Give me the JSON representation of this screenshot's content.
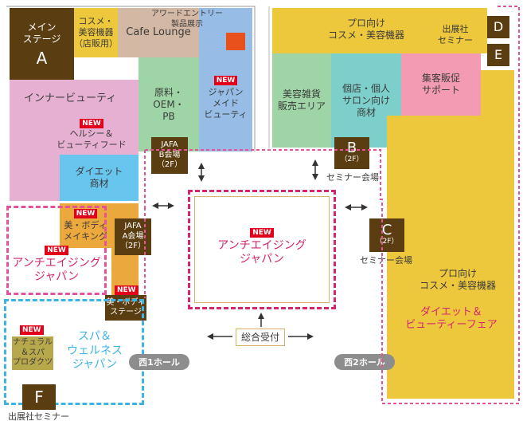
{
  "areas": {
    "main_stage": {
      "label": "メイン\nステージ",
      "letter": "A"
    },
    "cosme_retail": {
      "label": "コスメ・\n美容機器\n（店販用）"
    },
    "cafe_lounge": {
      "label": "Cafe Lounge"
    },
    "award_entry": {
      "label": "アワードエントリー\n製品展示"
    },
    "inner_beauty": {
      "label": "インナービューティ"
    },
    "healthy_food": {
      "label": "ヘルシー＆\nビューティフード",
      "badge": "NEW"
    },
    "raw_oem": {
      "label": "原料・\nOEM・\nPB"
    },
    "japan_made": {
      "label": "ジャパン\nメイド\nビューティ",
      "badge": "NEW"
    },
    "jafa_b": {
      "label": "JAFA\nB会場\n（2F）"
    },
    "diet_goods": {
      "label": "ダイエット\n商材"
    },
    "body_making": {
      "label": "美・ボディ\nメイキング",
      "badge": "NEW"
    },
    "jafa_a": {
      "label": "JAFA\nA会場\n（2F）"
    },
    "anti_aging_left": {
      "label": "アンチエイジング\nジャパン",
      "badge": "NEW"
    },
    "body_stage": {
      "label": "美・ボディ\nステージ",
      "badge": "NEW"
    },
    "natural_spa": {
      "label": "ナチュラル\n＆スパ\nプロダクツ",
      "badge": "NEW"
    },
    "spa_wellness": {
      "label": "スパ＆\nウェルネス\nジャパン"
    },
    "seminar_f": {
      "letter": "F",
      "caption": "出展社セミナー"
    },
    "pro_cosme_top": {
      "label": "プロ向け\nコスメ・美容機器"
    },
    "seminar_de": {
      "caption": "出展社\nセミナー",
      "letters": [
        "D",
        "E"
      ]
    },
    "beauty_goods": {
      "label": "美容雑貨\n販売エリア"
    },
    "salon_goods": {
      "label": "個店・個人\nサロン向け\n商材"
    },
    "sales_promo": {
      "label": "集客販促\nサポート"
    },
    "seminar_b": {
      "letter": "B",
      "sub": "（2F）",
      "caption": "セミナー会場"
    },
    "seminar_c": {
      "letter": "C",
      "sub": "（2F）",
      "caption": "セミナー会場"
    },
    "pro_cosme_right": {
      "label": "プロ向け\nコスメ・美容機器"
    },
    "diet_fair": {
      "label": "ダイエット＆\nビューティーフェア"
    },
    "anti_aging_center": {
      "label": "アンチエイジング\nジャパン",
      "badge": "NEW"
    },
    "reception": {
      "label": "総合受付"
    }
  },
  "halls": {
    "west1": "西1ホール",
    "west2": "西2ホール"
  },
  "colors": {
    "brown": "#5a3d10",
    "yellow": "#eec83c",
    "light_pink": "#e6b0d2",
    "green": "#9fd5a6",
    "tan": "#d4b8a6",
    "blue": "#97bde6",
    "teal": "#7dcfcb",
    "pink": "#f39bb2",
    "orange": "#eba83c",
    "sky": "#68c6ee",
    "red_badge": "#e3001b",
    "magenta_text": "#d6246e",
    "pink_dash": "#e6529a",
    "cyan_dash": "#3cb4e6"
  }
}
